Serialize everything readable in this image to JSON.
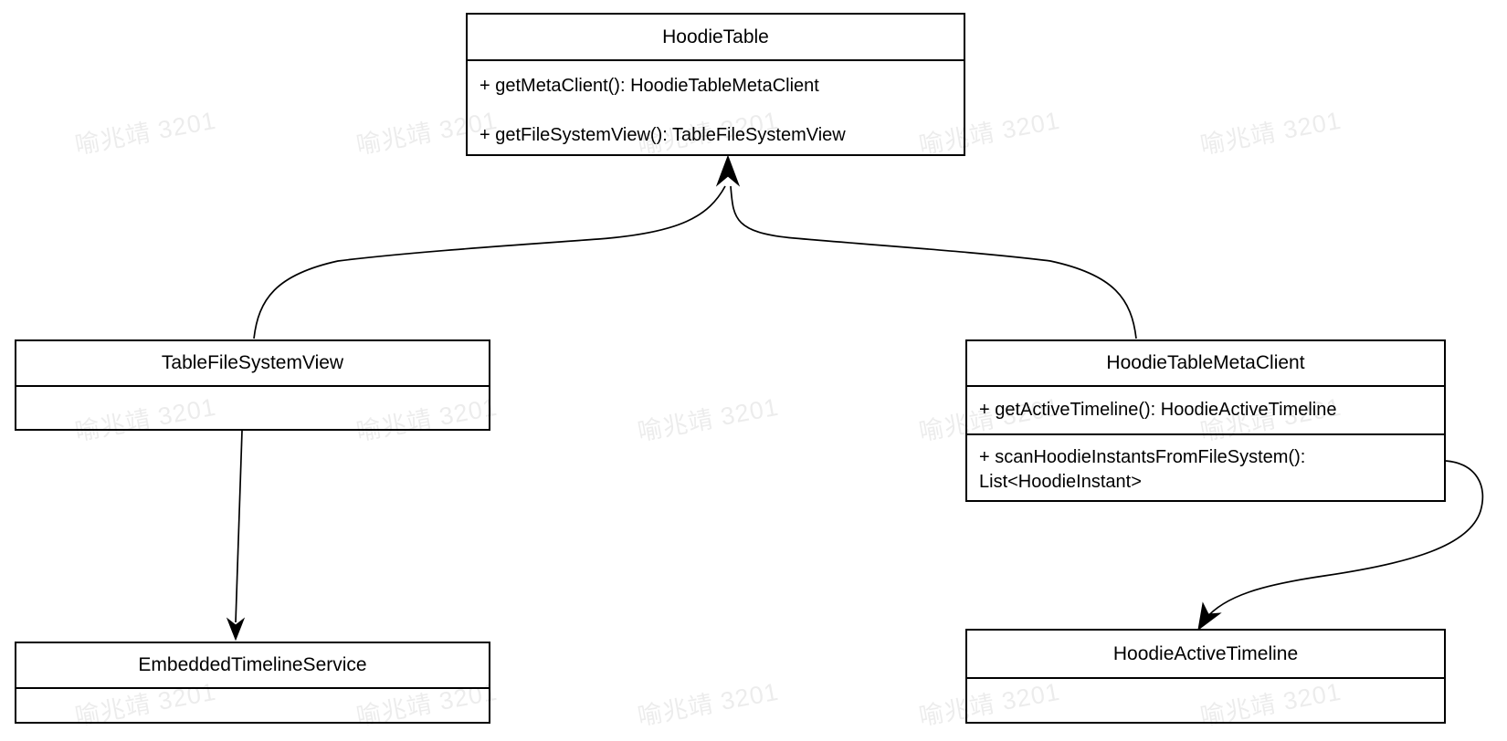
{
  "watermark": {
    "text": "喻兆靖 3201"
  },
  "colors": {
    "stroke": "#000000",
    "background": "#ffffff",
    "watermark_text": "rgba(0,0,0,0.075)"
  },
  "classes": {
    "hoodie_table": {
      "title": "HoodieTable",
      "method1": "+ getMetaClient(): HoodieTableMetaClient",
      "method2": "+ getFileSystemView(): TableFileSystemView"
    },
    "table_file_system_view": {
      "title": "TableFileSystemView"
    },
    "hoodie_table_meta_client": {
      "title": "HoodieTableMetaClient",
      "method1": "+ getActiveTimeline(): HoodieActiveTimeline",
      "method2_line1": "+ scanHoodieInstantsFromFileSystem():",
      "method2_line2": "List<HoodieInstant>"
    },
    "embedded_timeline_service": {
      "title": "EmbeddedTimelineService"
    },
    "hoodie_active_timeline": {
      "title": "HoodieActiveTimeline"
    }
  }
}
